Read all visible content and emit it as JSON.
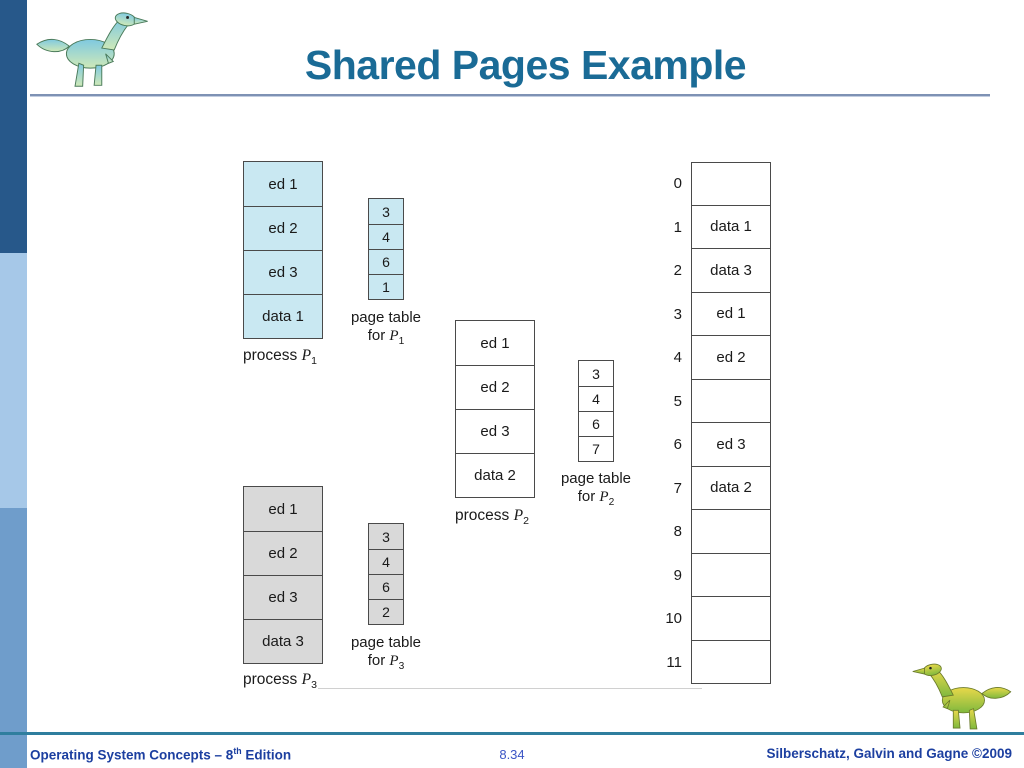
{
  "title": "Shared Pages Example",
  "footer": {
    "left_prefix": "Operating System Concepts – 8",
    "left_sup": "th",
    "left_suffix": " Edition",
    "page_number": "8.34",
    "right": "Silberschatz, Galvin and Gagne ©2009"
  },
  "colors": {
    "title": "#1a6b96",
    "footer_text": "#1c3fa0",
    "accent_rule": "#2f7e9e",
    "process1_fill": "#c9e8f2",
    "process2_fill": "#ffffff",
    "process3_fill": "#d9d9d9"
  },
  "diagram": {
    "process1": {
      "cells": [
        "ed 1",
        "ed 2",
        "ed 3",
        "data 1"
      ],
      "label_prefix": "process ",
      "label_symbol": "P",
      "label_sub": "1"
    },
    "pagetable1": {
      "values": [
        "3",
        "4",
        "6",
        "1"
      ],
      "label_line1": "page table",
      "label_line2_prefix": "for ",
      "label_symbol": "P",
      "label_sub": "1"
    },
    "process2": {
      "cells": [
        "ed 1",
        "ed 2",
        "ed 3",
        "data 2"
      ],
      "label_prefix": "process ",
      "label_symbol": "P",
      "label_sub": "2"
    },
    "pagetable2": {
      "values": [
        "3",
        "4",
        "6",
        "7"
      ],
      "label_line1": "page table",
      "label_line2_prefix": "for ",
      "label_symbol": "P",
      "label_sub": "2"
    },
    "process3": {
      "cells": [
        "ed 1",
        "ed 2",
        "ed 3",
        "data 3"
      ],
      "label_prefix": "process ",
      "label_symbol": "P",
      "label_sub": "3"
    },
    "pagetable3": {
      "values": [
        "3",
        "4",
        "6",
        "2"
      ],
      "label_line1": "page table",
      "label_line2_prefix": "for ",
      "label_symbol": "P",
      "label_sub": "3"
    },
    "memory": {
      "frames": [
        {
          "num": "0",
          "content": ""
        },
        {
          "num": "1",
          "content": "data 1"
        },
        {
          "num": "2",
          "content": "data 3"
        },
        {
          "num": "3",
          "content": "ed 1"
        },
        {
          "num": "4",
          "content": "ed 2"
        },
        {
          "num": "5",
          "content": ""
        },
        {
          "num": "6",
          "content": "ed 3"
        },
        {
          "num": "7",
          "content": "data 2"
        },
        {
          "num": "8",
          "content": ""
        },
        {
          "num": "9",
          "content": ""
        },
        {
          "num": "10",
          "content": ""
        },
        {
          "num": "11",
          "content": ""
        }
      ]
    }
  }
}
